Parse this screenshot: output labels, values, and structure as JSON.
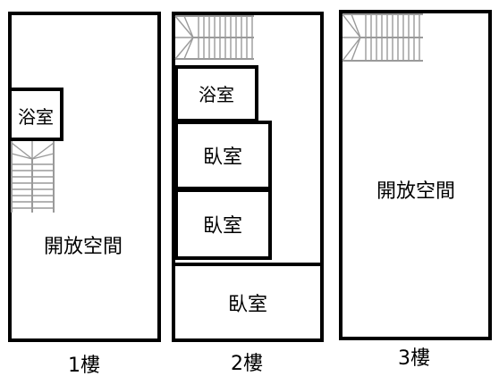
{
  "floors": [
    {
      "floor_label": "1樓",
      "rooms": {
        "bath": "浴室",
        "open_space": "開放空間"
      }
    },
    {
      "floor_label": "2樓",
      "rooms": {
        "bath": "浴室",
        "bedroom_1": "臥室",
        "bedroom_2": "臥室",
        "bedroom_3": "臥室"
      }
    },
    {
      "floor_label": "3樓",
      "rooms": {
        "open_space": "開放空間"
      }
    }
  ],
  "colors": {
    "wall": "#000000",
    "stair_line": "#9a9a9a",
    "background": "#ffffff"
  }
}
